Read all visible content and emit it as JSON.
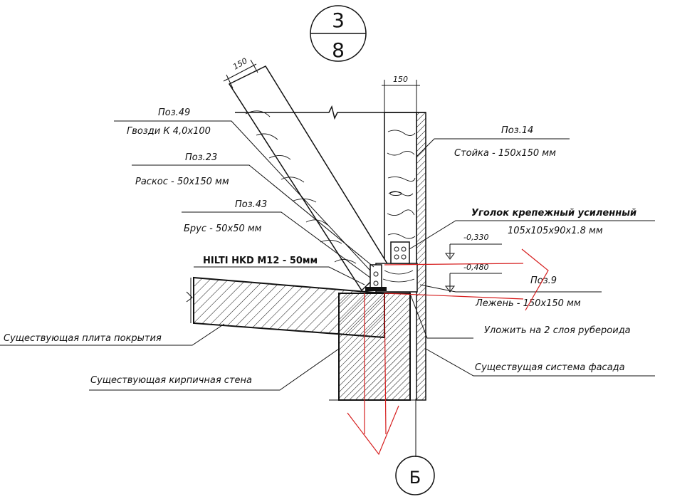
{
  "section_mark": {
    "top": "3",
    "bottom": "8"
  },
  "axis_mark": "Б",
  "dimensions": {
    "brace_width": "150",
    "post_width": "150"
  },
  "elevations": {
    "upper": "-0,330",
    "lower": "-0,480"
  },
  "callouts": [
    {
      "pos": "Поз.49",
      "desc": "Гвозди К 4,0х100"
    },
    {
      "pos": "Поз.23",
      "desc": "Раскос - 50х150 мм"
    },
    {
      "pos": "Поз.43",
      "desc": "Брус - 50х50 мм"
    },
    {
      "pos": "",
      "desc": "HILTI HKD M12 - 50мм"
    },
    {
      "pos": "Поз.14",
      "desc": "Стойка - 150х150 мм"
    },
    {
      "pos": "",
      "desc": "Уголок крепежный усиленный"
    },
    {
      "pos": "",
      "desc": "105х105х90х1.8 мм"
    },
    {
      "pos": "Поз.9",
      "desc": "Лежень - 150х150 мм"
    },
    {
      "pos": "",
      "desc": "Уложить на 2 слоя рубероида"
    },
    {
      "pos": "",
      "desc": "Существущая система фасада"
    },
    {
      "pos": "",
      "desc": "Существующая плита покрытия"
    },
    {
      "pos": "",
      "desc": "Существующая кирпичная стена"
    }
  ],
  "colors": {
    "ink": "#111111",
    "markup": "#d61f1f"
  }
}
